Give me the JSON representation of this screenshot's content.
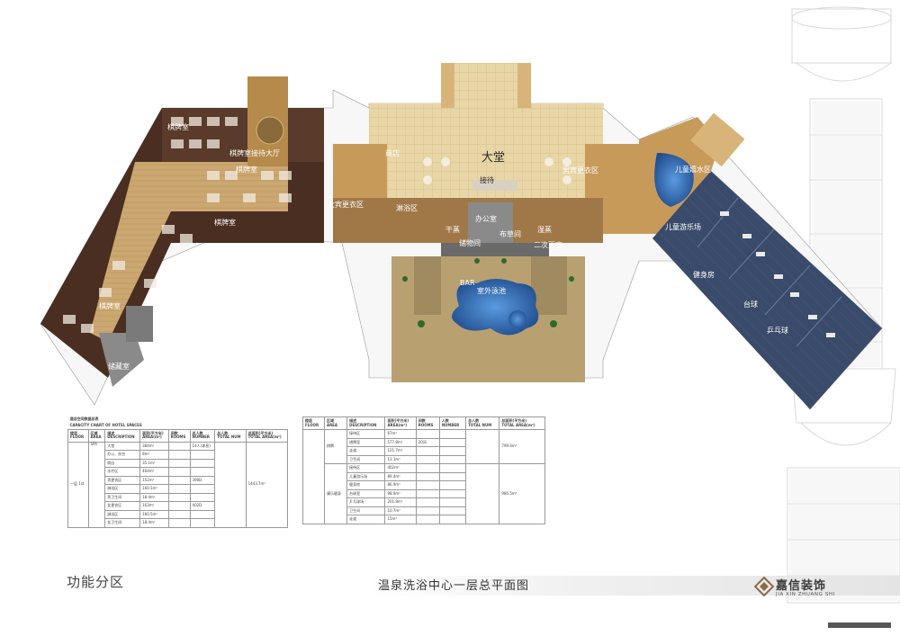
{
  "plan": {
    "labels": {
      "lobby": "大堂",
      "reception": "接待",
      "office": "办公室",
      "storage": "储藏室",
      "chess_room": "棋牌室",
      "leisure": "棋牌室接待大厅",
      "male_rest": "男宾更衣区",
      "female_rest": "女宾更衣区",
      "kids_pool": "儿童游乐场",
      "gym": "健身房",
      "billiards": "台球",
      "pingpong": "乒乓球",
      "outdoor_pool": "室外泳池",
      "shop": "商店",
      "bath": "淋浴区",
      "second_change": "二次更衣",
      "dry": "干蒸",
      "wet": "湿蒸",
      "room_a": "储物间",
      "room_b": "布草间",
      "kids_area": "儿童嬉水区",
      "bar": "BAR"
    }
  },
  "table1": {
    "caption_cn": "酒店空间数据总表",
    "caption_en": "CAPACITY CHART OF HOTEL SPACES",
    "headers": [
      {
        "cn": "楼层",
        "en": "FLOOR"
      },
      {
        "cn": "区域",
        "en": "AREA"
      },
      {
        "cn": "描述",
        "en": "DESCRIPTION"
      },
      {
        "cn": "面积(平方米)",
        "en": "AREA(m²)"
      },
      {
        "cn": "间数",
        "en": "ROOMS"
      },
      {
        "cn": "总人数",
        "en": "NUMBER"
      },
      {
        "cn": "总人数",
        "en": "TOTAL NUM"
      },
      {
        "cn": "总面积(平方米)",
        "en": "TOTAL AREA(m²)"
      }
    ],
    "floor": "一层\n1st",
    "area": "SPA",
    "rows": [
      {
        "desc": "大堂",
        "area": "384m²",
        "rooms": "",
        "number": "14人(休息)"
      },
      {
        "desc": "办公、前台",
        "area": "8m²",
        "rooms": "",
        "number": ""
      },
      {
        "desc": "商店",
        "area": "35.1m²",
        "rooms": "",
        "number": ""
      },
      {
        "desc": "水疗区",
        "area": "464m²",
        "rooms": "",
        "number": ""
      },
      {
        "desc": "男更衣区",
        "area": "152m²",
        "rooms": "",
        "number": "390D"
      },
      {
        "desc": "淋浴区",
        "area": "160.5m²",
        "rooms": "",
        "number": ""
      },
      {
        "desc": "男卫生间",
        "area": "18.4m²",
        "rooms": "",
        "number": ""
      },
      {
        "desc": "女更衣区",
        "area": "163m²",
        "rooms": "",
        "number": "402D"
      },
      {
        "desc": "淋浴区",
        "area": "160.5m²",
        "rooms": "",
        "number": ""
      },
      {
        "desc": "女卫生间",
        "area": "18.4m²",
        "rooms": "",
        "number": ""
      }
    ],
    "total_area": "1443.7m²"
  },
  "table2": {
    "headers": [
      {
        "cn": "楼层",
        "en": "FLOOR"
      },
      {
        "cn": "区域",
        "en": "AREA"
      },
      {
        "cn": "描述",
        "en": "DESCRIPTION"
      },
      {
        "cn": "面积(平方米)",
        "en": "AREA(m²)"
      },
      {
        "cn": "间数",
        "en": "ROOMS"
      },
      {
        "cn": "人数",
        "en": "NUMBER"
      },
      {
        "cn": "总人数",
        "en": "TOTAL NUM"
      },
      {
        "cn": "总面积(平方米)",
        "en": "TOTAL AREA(m²)"
      }
    ],
    "group1": {
      "area": "棋牌",
      "rows": [
        {
          "desc": "接待区",
          "area": "67m²",
          "rooms": ""
        },
        {
          "desc": "棋牌室",
          "area": "577.8m²",
          "rooms": "20间"
        },
        {
          "desc": "走道",
          "area": "121.7m²",
          "rooms": ""
        },
        {
          "desc": "卫生间",
          "area": "13.1m²",
          "rooms": ""
        }
      ],
      "total": "799.6m²"
    },
    "group2": {
      "area": "康乐健身",
      "rows": [
        {
          "desc": "接待区",
          "area": "402m²",
          "rooms": ""
        },
        {
          "desc": "儿童游乐场",
          "area": "89.4m²",
          "rooms": ""
        },
        {
          "desc": "健身房",
          "area": "86.9m²",
          "rooms": ""
        },
        {
          "desc": "台球室",
          "area": "98.9m²",
          "rooms": ""
        },
        {
          "desc": "乒乓球场",
          "area": "201.8m²",
          "rooms": ""
        },
        {
          "desc": "卫生间",
          "area": "10.7m²",
          "rooms": ""
        },
        {
          "desc": "走道",
          "area": "15m²",
          "rooms": ""
        }
      ],
      "total": "980.5m²"
    }
  },
  "footer": {
    "zone_label": "功能分区",
    "plan_title": "温泉洗浴中心一层总平面图",
    "logo_cn": "嘉信装饰",
    "logo_en": "JIA XIN ZHUANG SHI"
  },
  "colors": {
    "wood": "#d9b47a",
    "dark_room": "#5a3a2a",
    "pool": "#2b5fa8",
    "sport_floor": "#3a4a6a",
    "marble": "#e8d6a6"
  }
}
